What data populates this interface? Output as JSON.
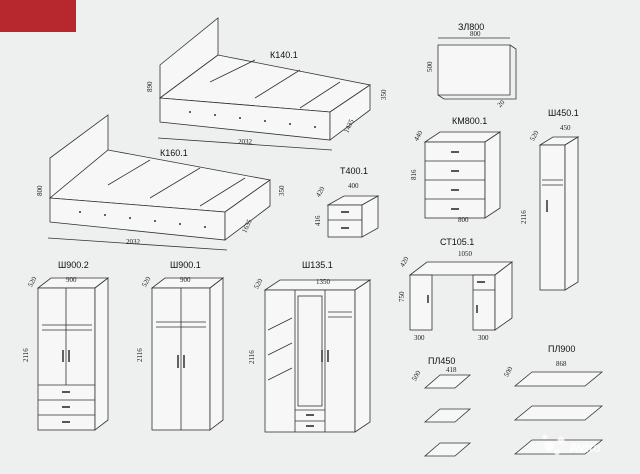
{
  "accent_color": "#b7282e",
  "items": {
    "k140": {
      "name": "К140.1",
      "dims": [
        "890",
        "350",
        "1435",
        "2032"
      ]
    },
    "k160": {
      "name": "К160.1",
      "dims": [
        "800",
        "350",
        "1635",
        "2032"
      ]
    },
    "zl800": {
      "name": "ЗЛ800",
      "dims": [
        "800",
        "500",
        "20"
      ]
    },
    "km800": {
      "name": "КМ800.1",
      "dims": [
        "440",
        "816",
        "800"
      ]
    },
    "sh450": {
      "name": "Ш450.1",
      "dims": [
        "520",
        "450",
        "2116"
      ]
    },
    "t400": {
      "name": "Т400.1",
      "dims": [
        "420",
        "400",
        "416"
      ]
    },
    "st105": {
      "name": "СТ105.1",
      "dims": [
        "420",
        "1050",
        "750",
        "300",
        "300"
      ]
    },
    "sh900_2": {
      "name": "Ш900.2",
      "dims": [
        "520",
        "900",
        "2116"
      ]
    },
    "sh900_1": {
      "name": "Ш900.1",
      "dims": [
        "520",
        "900",
        "2116"
      ]
    },
    "sh135": {
      "name": "Ш135.1",
      "dims": [
        "520",
        "1350",
        "2116"
      ]
    },
    "pl450": {
      "name": "ПЛ450",
      "dims": [
        "500",
        "418"
      ]
    },
    "pl900": {
      "name": "ПЛ900",
      "dims": [
        "500",
        "868"
      ]
    }
  },
  "watermark": "Avito",
  "icons": [
    "avito-logo-icon"
  ]
}
